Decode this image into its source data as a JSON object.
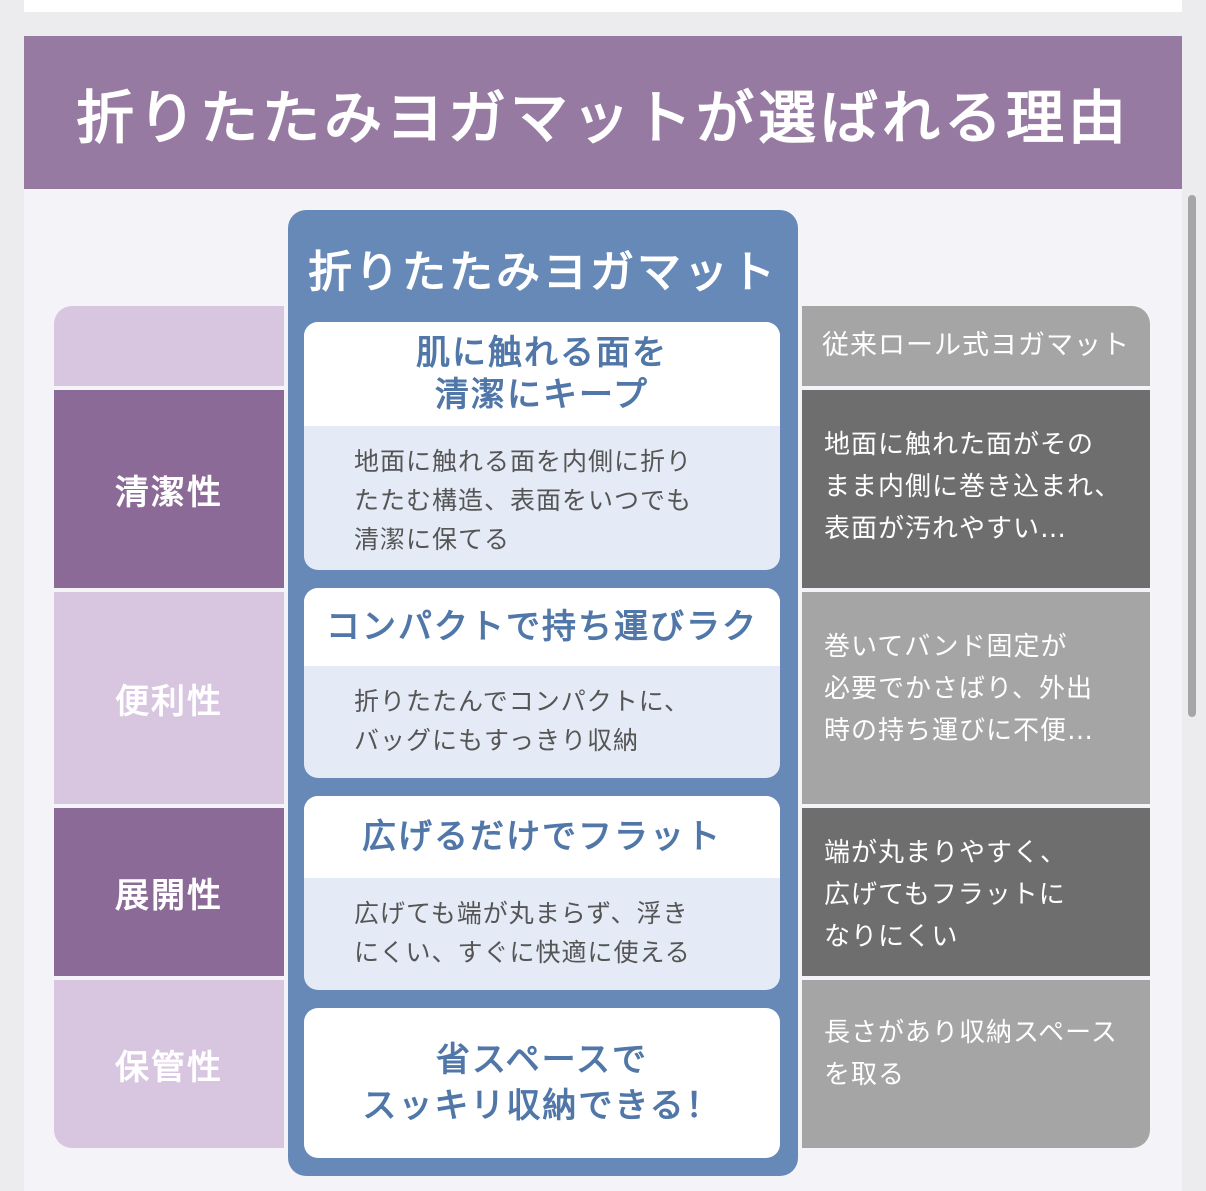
{
  "banner": {
    "title": "折りたたみヨガマットが選ばれる理由"
  },
  "left": {
    "header": "",
    "rows": [
      {
        "label": "清潔性"
      },
      {
        "label": "便利性"
      },
      {
        "label": "展開性"
      },
      {
        "label": "保管性"
      }
    ]
  },
  "center": {
    "title": "折りたたみヨガマット",
    "boxes": [
      {
        "head_line1": "肌に触れる面を",
        "head_line2": "清潔にキープ",
        "body": [
          "地面に触れる面を内側に折り",
          "たたむ構造、表面をいつでも",
          "清潔に保てる"
        ]
      },
      {
        "head_line1": "コンパクトで持ち運びラク",
        "body": [
          "折りたたんでコンパクトに、",
          "バッグにもすっきり収納"
        ]
      },
      {
        "head_line1": "広げるだけでフラット",
        "body": [
          "広げても端が丸まらず、浮き",
          "にくい、すぐに快適に使える"
        ]
      },
      {
        "head_line1": "省スペースで",
        "head_line2": "スッキリ収納できる！"
      }
    ]
  },
  "right": {
    "header": "従来ロール式ヨガマット",
    "rows": [
      {
        "lines": [
          "地面に触れた面がその",
          "まま内側に巻き込まれ、",
          "表面が汚れやすい…"
        ]
      },
      {
        "lines": [
          "巻いてバンド固定が",
          "必要でかさばり、外出",
          "時の持ち運びに不便…"
        ]
      },
      {
        "lines": [
          "端が丸まりやすく、",
          "広げてもフラットに",
          "なりにくい"
        ]
      },
      {
        "lines": [
          "長さがあり収納スペース",
          "を取る"
        ]
      }
    ]
  }
}
